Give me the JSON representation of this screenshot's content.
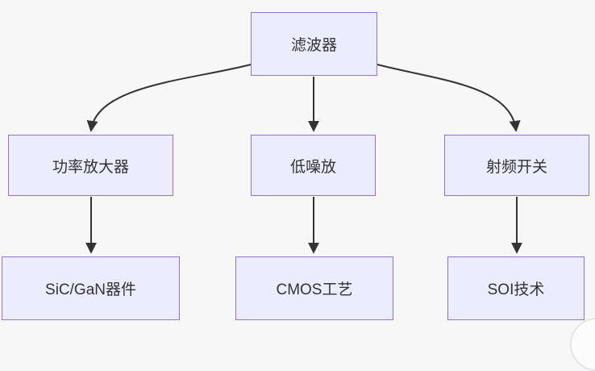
{
  "diagram": {
    "type": "flowchart",
    "direction": "top-down",
    "colors": {
      "background": "#f7f7f8",
      "node_fill": "#ECECFF",
      "node_border": "#9370DB",
      "edge": "#333333",
      "text": "#333333"
    },
    "nodes": {
      "filter": {
        "label": "滤波器"
      },
      "power_amplifier": {
        "label": "功率放大器"
      },
      "lna": {
        "label": "低噪放"
      },
      "rf_switch": {
        "label": "射频开关"
      },
      "sic_gan": {
        "label": "SiC/GaN器件"
      },
      "cmos": {
        "label": "CMOS工艺"
      },
      "soi": {
        "label": "SOI技术"
      }
    },
    "edges": [
      {
        "from": "滤波器",
        "to": "功率放大器"
      },
      {
        "from": "滤波器",
        "to": "低噪放"
      },
      {
        "from": "滤波器",
        "to": "射频开关"
      },
      {
        "from": "功率放大器",
        "to": "SiC/GaN器件"
      },
      {
        "from": "低噪放",
        "to": "CMOS工艺"
      },
      {
        "from": "射频开关",
        "to": "SOI技术"
      }
    ]
  }
}
